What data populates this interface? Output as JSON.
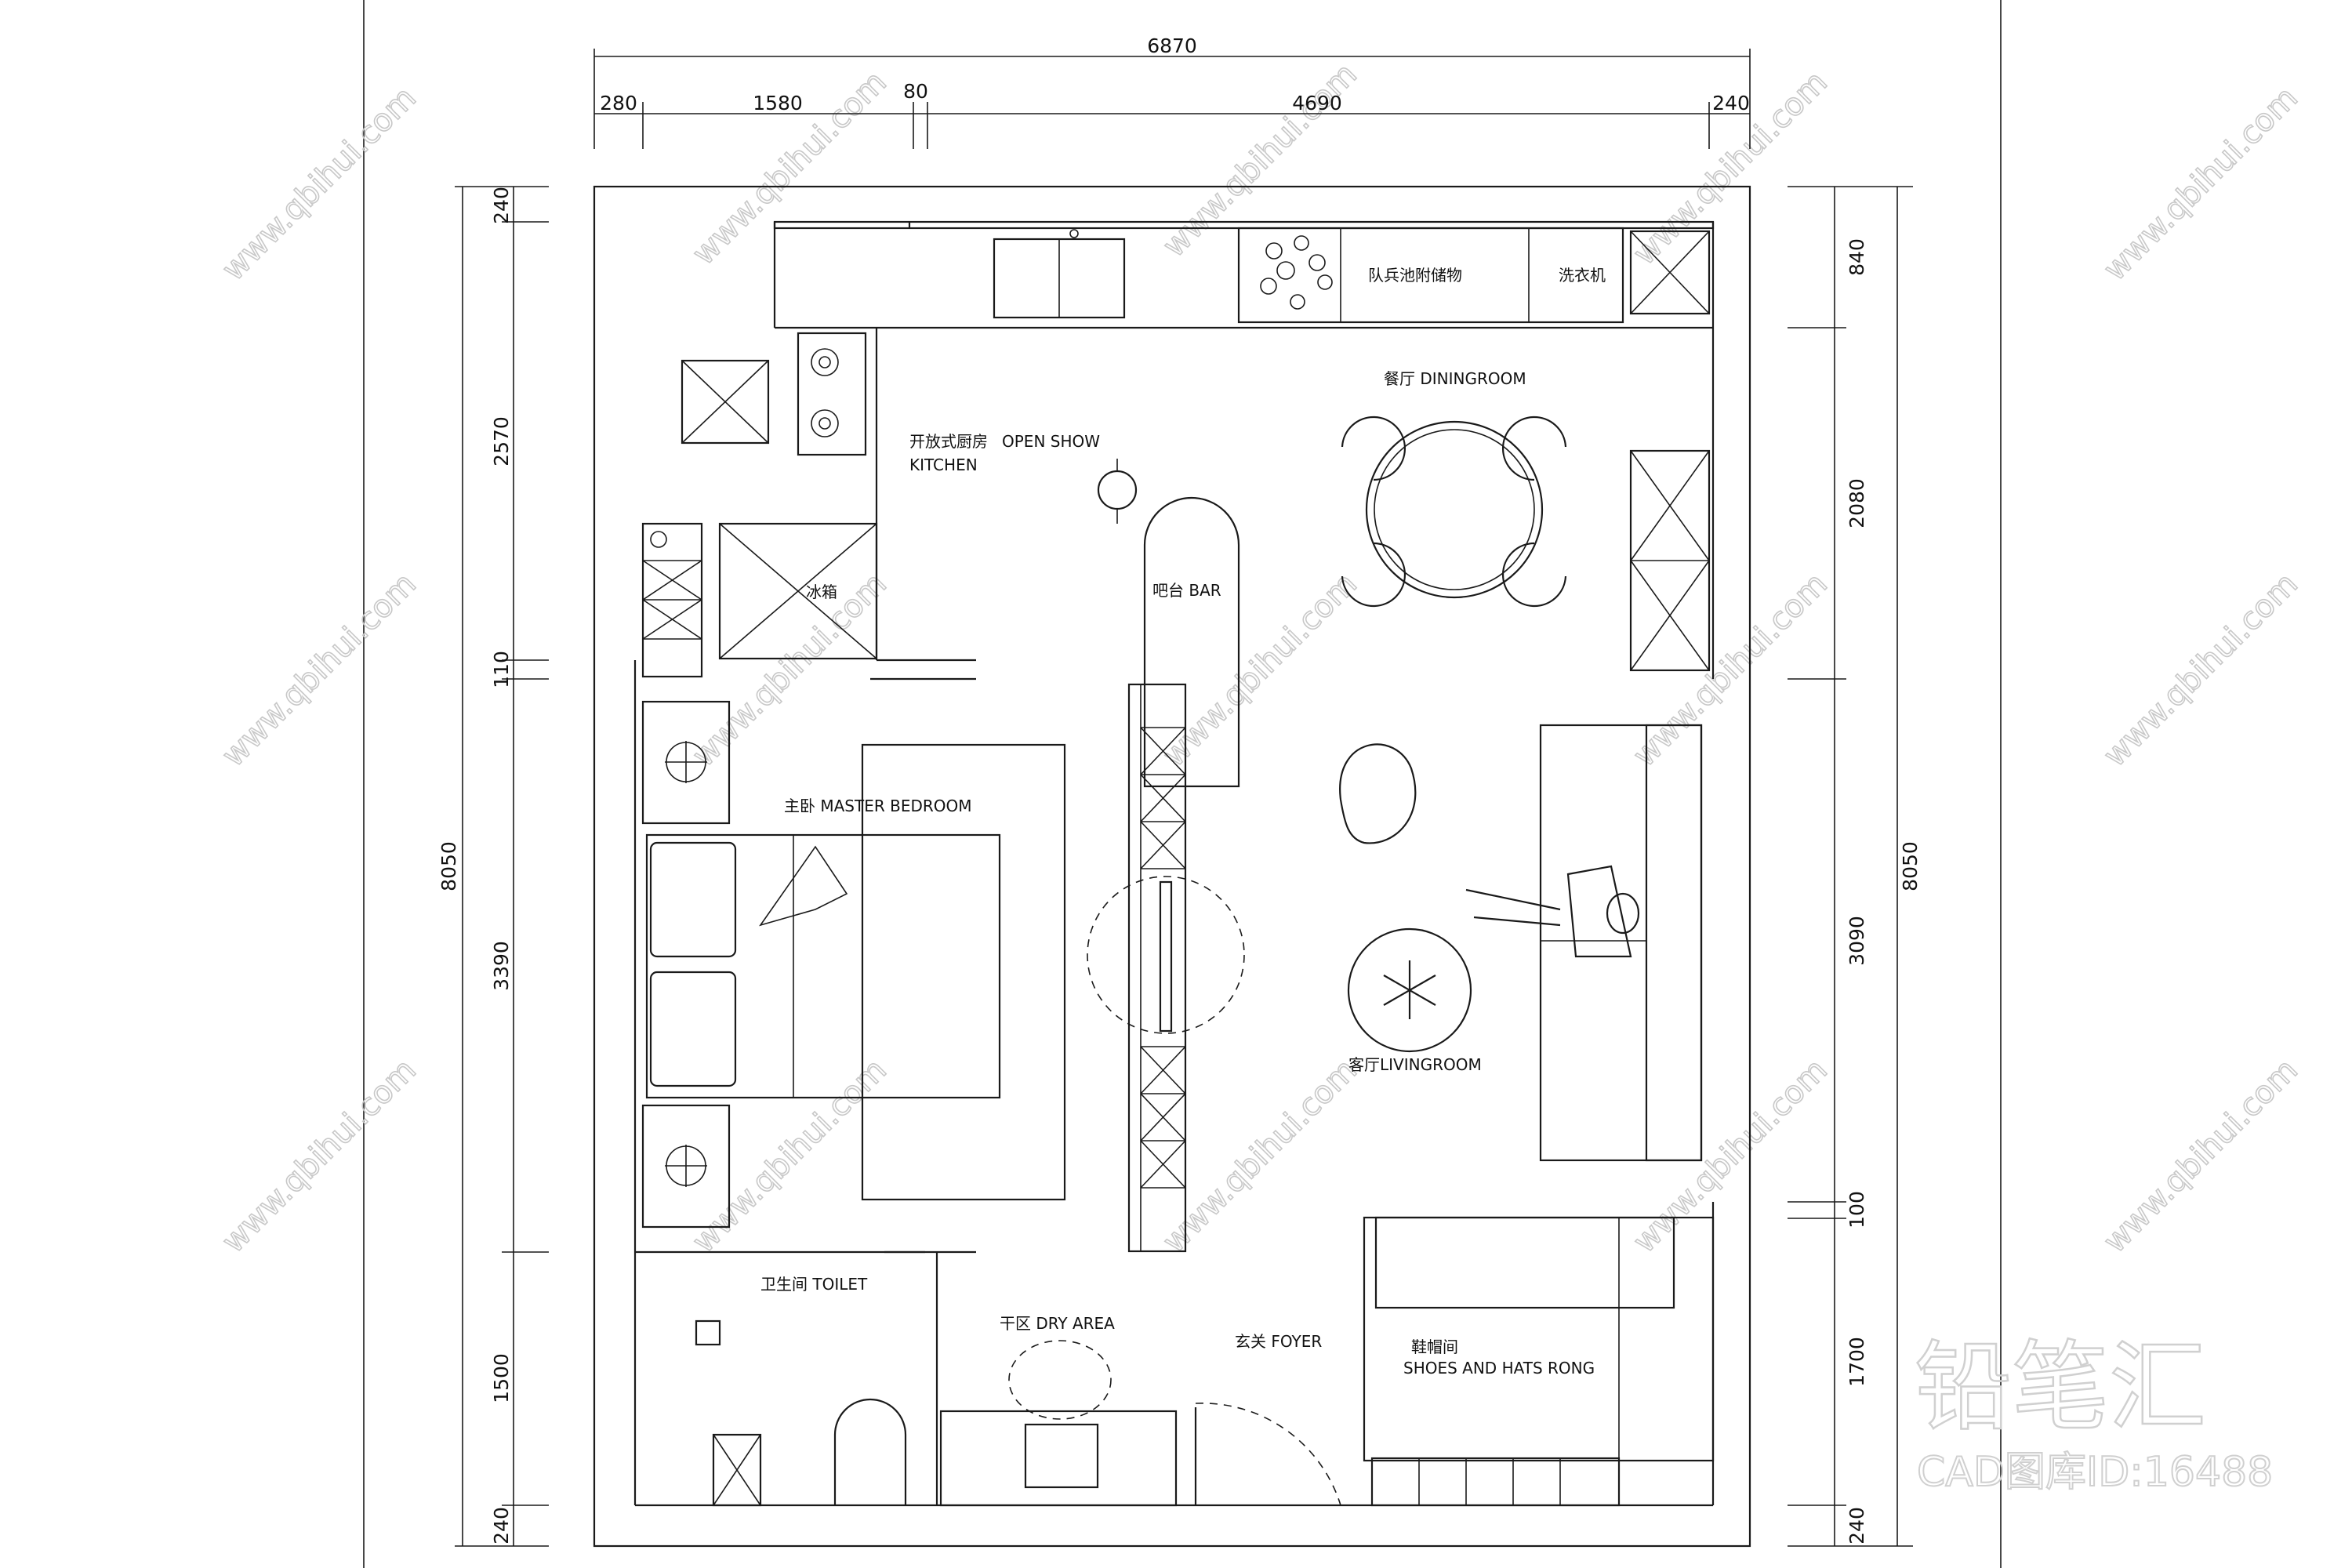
{
  "dimensions": {
    "top_total": "6870",
    "top_segments": [
      "280",
      "1580",
      "80",
      "4690",
      "240"
    ],
    "left_total": "8050",
    "left_segments": [
      "240",
      "2570",
      "110",
      "3390",
      "1500",
      "240"
    ],
    "right_total": "8050",
    "right_segments": [
      "840",
      "2080",
      "3090",
      "100",
      "1700",
      "240"
    ]
  },
  "rooms": {
    "open_kitchen_cn": "开放式厨房",
    "open_kitchen_en": "OPEN SHOW",
    "open_kitchen_en2": "KITCHEN",
    "dining": "餐厅 DININGROOM",
    "master_bedroom": "主卧 MASTER BEDROOM",
    "living": "客厅LIVINGROOM",
    "toilet": "卫生间 TOILET",
    "dry_area": "干区 DRY AREA",
    "foyer": "玄关 FOYER",
    "shoes_cn": "鞋帽间",
    "shoes_en": "SHOES AND HATS RONG",
    "bar": "吧台 BAR",
    "fridge": "冰箱",
    "plant_cabinet": "队兵池附储物",
    "washer": "洗衣机"
  },
  "watermark": {
    "url": "www.qbihui.com",
    "brand": "铅笔汇",
    "brand_sub": "CAD图库ID:16488"
  }
}
